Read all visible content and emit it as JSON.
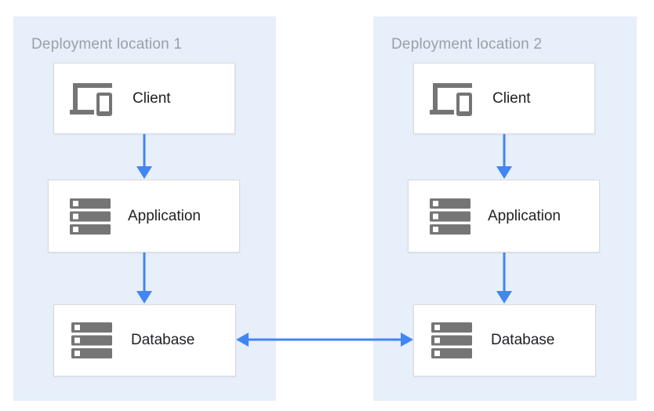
{
  "diagram": {
    "panels": [
      {
        "title": "Deployment location 1",
        "nodes": [
          {
            "id": "client-1",
            "label": "Client",
            "icon": "client-devices-icon"
          },
          {
            "id": "application-1",
            "label": "Application",
            "icon": "server-stack-icon"
          },
          {
            "id": "database-1",
            "label": "Database",
            "icon": "server-stack-icon"
          }
        ]
      },
      {
        "title": "Deployment location 2",
        "nodes": [
          {
            "id": "client-2",
            "label": "Client",
            "icon": "client-devices-icon"
          },
          {
            "id": "application-2",
            "label": "Application",
            "icon": "server-stack-icon"
          },
          {
            "id": "database-2",
            "label": "Database",
            "icon": "server-stack-icon"
          }
        ]
      }
    ],
    "connections": [
      {
        "from": "client-1",
        "to": "application-1",
        "direction": "down"
      },
      {
        "from": "application-1",
        "to": "database-1",
        "direction": "down"
      },
      {
        "from": "client-2",
        "to": "application-2",
        "direction": "down"
      },
      {
        "from": "application-2",
        "to": "database-2",
        "direction": "down"
      },
      {
        "from": "database-1",
        "to": "database-2",
        "direction": "bidirectional"
      }
    ]
  },
  "colors": {
    "panel_bg": "#e6effa",
    "arrow": "#4285f4",
    "icon_gray": "#757575",
    "title_text": "#9aa0a6",
    "label_text": "#202124",
    "box_border": "#d8dadd"
  }
}
